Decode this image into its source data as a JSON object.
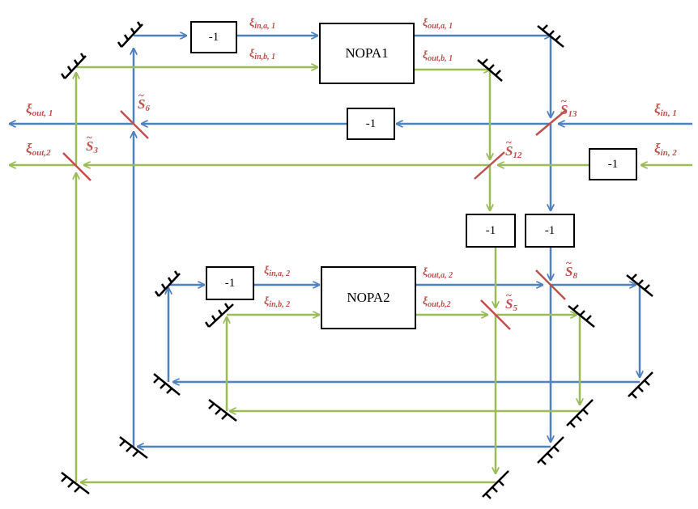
{
  "nopa1": {
    "label": "NOPA1"
  },
  "nopa2": {
    "label": "NOPA2"
  },
  "neg_label": "-1",
  "symbols": {
    "xi": "ξ",
    "s": "S"
  },
  "signals": {
    "in_a_1": "in,a, 1",
    "in_b_1": "in,b, 1",
    "out_a_1": "out,a, 1",
    "out_b_1": "out,b, 1",
    "in_a_2": "in,a, 2",
    "in_b_2": "in,b, 2",
    "out_a_2": "out,a, 2",
    "out_b_2": "out,b,2",
    "out_1": "out, 1",
    "out_2": "out,2",
    "in_1": "in, 1",
    "in_2": "in, 2"
  },
  "beam_splitters": {
    "s6": "6",
    "s3": "3",
    "s13": "13",
    "s12": "12",
    "s8": "8",
    "s5": "5"
  },
  "colors": {
    "blue": "#4f81bd",
    "green": "#9bbb59",
    "red": "#c0504d",
    "black": "#000000"
  }
}
